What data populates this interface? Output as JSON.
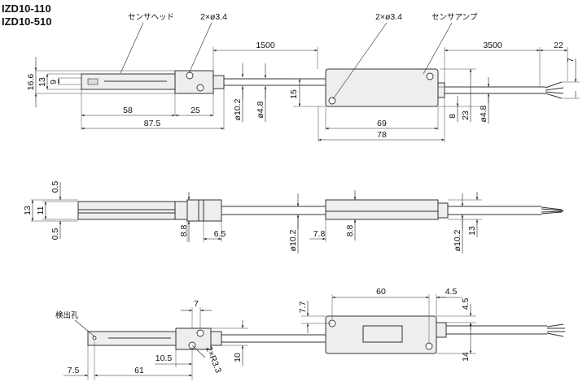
{
  "models": [
    "IZD10-110",
    "IZD10-510"
  ],
  "labels": {
    "sensor_head": "センサヘッド",
    "sensor_amp": "センサアンプ",
    "hole_head": "2×ø3.4",
    "hole_amp": "2×ø3.4",
    "detect_hole": "検出孔",
    "radius": "2×R3.3"
  },
  "dims_top": {
    "d16_6": "16.6",
    "d13": "13",
    "d9": "9",
    "d58": "58",
    "d25": "25",
    "d87_5": "87.5",
    "d10_2": "ø10.2",
    "d4_8": "ø4.8",
    "d1500": "1500",
    "d15": "15",
    "d69": "69",
    "d78": "78",
    "d3500": "3500",
    "d22": "22",
    "d7": "7",
    "d8": "8",
    "d23": "23",
    "d4_8b": "ø4.8"
  },
  "dims_mid": {
    "d0_5a": "0.5",
    "d13": "13",
    "d11": "11",
    "d0_5b": "0.5",
    "d8_8a": "8.8",
    "d6_5": "6.5",
    "d10_2a": "ø10.2",
    "d7_8": "7.8",
    "d8_8b": "8.8",
    "d10_2b": "ø10.2",
    "d13b": "13"
  },
  "dims_bot": {
    "d7": "7",
    "d10_5": "10.5",
    "d61": "61",
    "d7_5": "7.5",
    "d10": "10",
    "d60": "60",
    "d4_5a": "4.5",
    "d4_5b": "4.5",
    "d7_7": "7.7",
    "d14": "14"
  }
}
